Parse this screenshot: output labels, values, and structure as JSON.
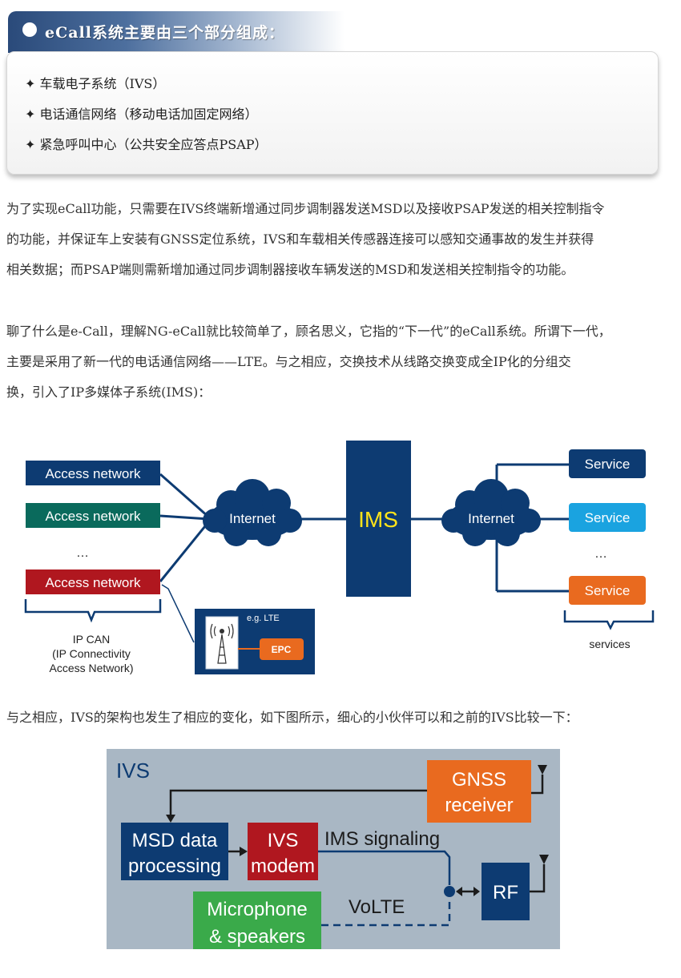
{
  "header": {
    "title": "eCall系统主要由三个部分组成：",
    "items": [
      "✦ 车载电子系统（IVS）",
      "✦ 电话通信网络（移动电话加固定网络）",
      "✦ 紧急呼叫中心（公共安全应答点PSAP）"
    ]
  },
  "paragraph1": {
    "lines": [
      "为了实现eCall功能，只需要在IVS终端新增通过同步调制器发送MSD以及接收PSAP发送的相关控制指令",
      "的功能，并保证车上安装有GNSS定位系统，IVS和车载相关传感器连接可以感知交通事故的发生并获得",
      "相关数据；而PSAP端则需新增加通过同步调制器接收车辆发送的MSD和发送相关控制指令的功能。"
    ]
  },
  "paragraph2": {
    "lines": [
      "聊了什么是e-Call，理解NG-eCall就比较简单了，顾名思义，它指的“下一代”的eCall系统。所谓下一代，",
      "主要是采用了新一代的电话通信网络——LTE。与之相应，交换技术从线路交换变成全IP化的分组交",
      "换，引入了IP多媒体子系统(IMS)："
    ]
  },
  "diagram1": {
    "access_networks": [
      "Access network",
      "Access network",
      "Access network"
    ],
    "ellipsis_left": "…",
    "ip_can_lines": [
      "IP CAN",
      "(IP Connectivity",
      "Access Network)"
    ],
    "internet_left": "Internet",
    "ims": "IMS",
    "internet_right": "Internet",
    "services": [
      "Service",
      "Service",
      "Service"
    ],
    "ellipsis_right": "…",
    "services_label": "services",
    "lte_label": "e.g. LTE",
    "epc": "EPC",
    "colors": {
      "navy": "#0d3b72",
      "teal": "#0a6a5c",
      "red": "#b0171f",
      "cyan": "#1aa3e0",
      "orange": "#e96a1f",
      "yellow": "#ffe31a"
    }
  },
  "paragraph3": {
    "text": "与之相应，IVS的架构也发生了相应的变化，如下图所示，细心的小伙伴可以和之前的IVS比较一下："
  },
  "diagram2": {
    "title": "IVS",
    "gnss_lines": [
      "GNSS",
      "receiver"
    ],
    "msd_lines": [
      "MSD data",
      "processing"
    ],
    "ivs_modem_lines": [
      "IVS",
      "modem"
    ],
    "ims_signaling": "IMS signaling",
    "rf": "RF",
    "mic_lines": [
      "Microphone",
      "& speakers"
    ],
    "volte": "VoLTE",
    "colors": {
      "bg": "#a9b7c4",
      "navy": "#0d3b72",
      "orange": "#e96a1f",
      "red": "#b0171f",
      "green": "#3aaa4a"
    }
  }
}
